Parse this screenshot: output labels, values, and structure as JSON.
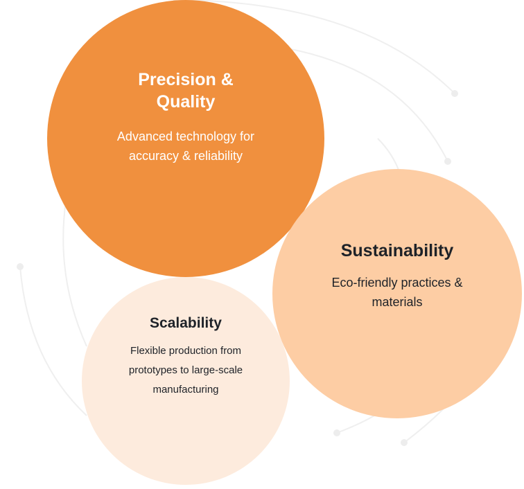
{
  "colors": {
    "primary_orange": "#F0903E",
    "peach": "#FDCDA4",
    "light_peach": "#FDEBDD",
    "text_dark": "#1E2228",
    "arc_grey": "#EFEFEF"
  },
  "circles": [
    {
      "id": "precision",
      "title": "Precision & Quality",
      "description": "Advanced technology for accuracy & reliability"
    },
    {
      "id": "sustainability",
      "title": "Sustainability",
      "description": "Eco-friendly practices & materials"
    },
    {
      "id": "scalability",
      "title": "Scalability",
      "description": "Flexible production from prototypes to large-scale manufacturing"
    }
  ]
}
